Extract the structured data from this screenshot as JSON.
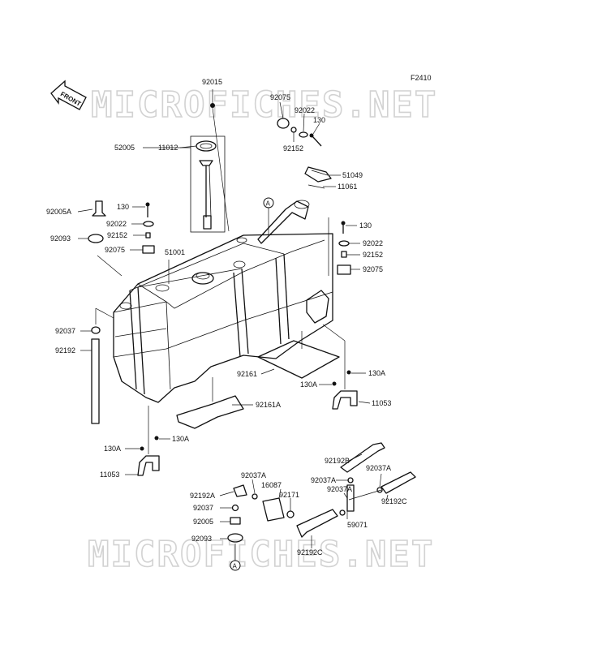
{
  "figure_code": "F2410",
  "watermark_text": "MICROFICHES.NET",
  "front_label": "FRONT",
  "ref_markers": {
    "top": "A",
    "bottom": "A"
  },
  "labels": {
    "p92015": "92015",
    "p92075_top": "92075",
    "p92022_top": "92022",
    "p130_top": "130",
    "p92152_top": "92152",
    "p52005": "52005",
    "p11012": "11012",
    "p51049": "51049",
    "p11061": "11061",
    "p92005A": "92005A",
    "p130_left": "130",
    "p92022_left": "92022",
    "p92152_left": "92152",
    "p92093_left": "92093",
    "p92075_left": "92075",
    "p51001": "51001",
    "p130_right": "130",
    "p92022_right": "92022",
    "p92152_right": "92152",
    "p92075_right": "92075",
    "p92037_left": "92037",
    "p92192": "92192",
    "p92161": "92161",
    "p130A_r1": "130A",
    "p130A_r2": "130A",
    "p11053_right": "11053",
    "p92161A": "92161A",
    "p130A_l1": "130A",
    "p130A_l2": "130A",
    "p11053_left": "11053",
    "p92192B": "92192B",
    "p92037A_1": "92037A",
    "p92037A_2": "92037A",
    "p92037A_3": "92037A",
    "p92037A_4": "92037A",
    "p16087": "16087",
    "p92192A": "92192A",
    "p92171": "92171",
    "p92037_bottom": "92037",
    "p92005": "92005",
    "p92093_bottom": "92093",
    "p92192C_1": "92192C",
    "p92192C_2": "92192C",
    "p59071": "59071"
  }
}
